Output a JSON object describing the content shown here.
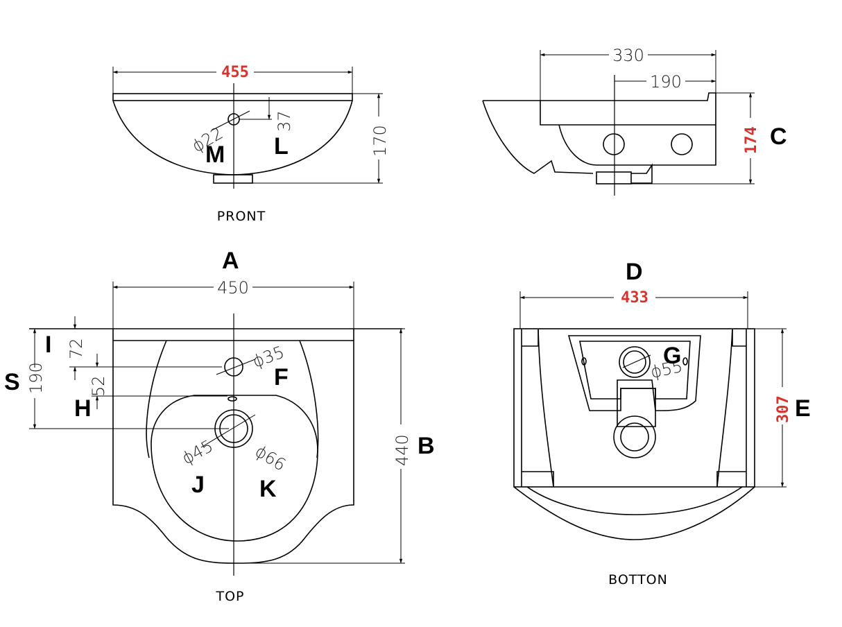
{
  "views": {
    "front": {
      "caption": "PRONT",
      "dims": {
        "width": "455",
        "height": "170",
        "hole_offset": "37",
        "hole_dia": "ϕ22"
      },
      "letters": {
        "m": "M",
        "l": "L"
      }
    },
    "side": {
      "dims": {
        "depth": "330",
        "tap_offset": "190",
        "height": "174"
      },
      "letters": {
        "c": "C"
      }
    },
    "top": {
      "caption": "TOP",
      "dims": {
        "width": "450",
        "depth": "440",
        "total": "190",
        "rim": "72",
        "tap_to_overflow": "52",
        "tap_dia": "ϕ35",
        "waste_dia": "ϕ45",
        "waste_outer_dia": "ϕ66"
      },
      "letters": {
        "a": "A",
        "b": "B",
        "s": "S",
        "i": "I",
        "f": "F",
        "h": "H",
        "j": "J",
        "k": "K"
      }
    },
    "bottom": {
      "caption": "BOTTON",
      "dims": {
        "width": "433",
        "depth": "307",
        "waste_dia": "ϕ55"
      },
      "letters": {
        "d": "D",
        "e": "E",
        "g": "G"
      }
    }
  },
  "colors": {
    "line": "#000000",
    "highlight": "#d8322d"
  }
}
